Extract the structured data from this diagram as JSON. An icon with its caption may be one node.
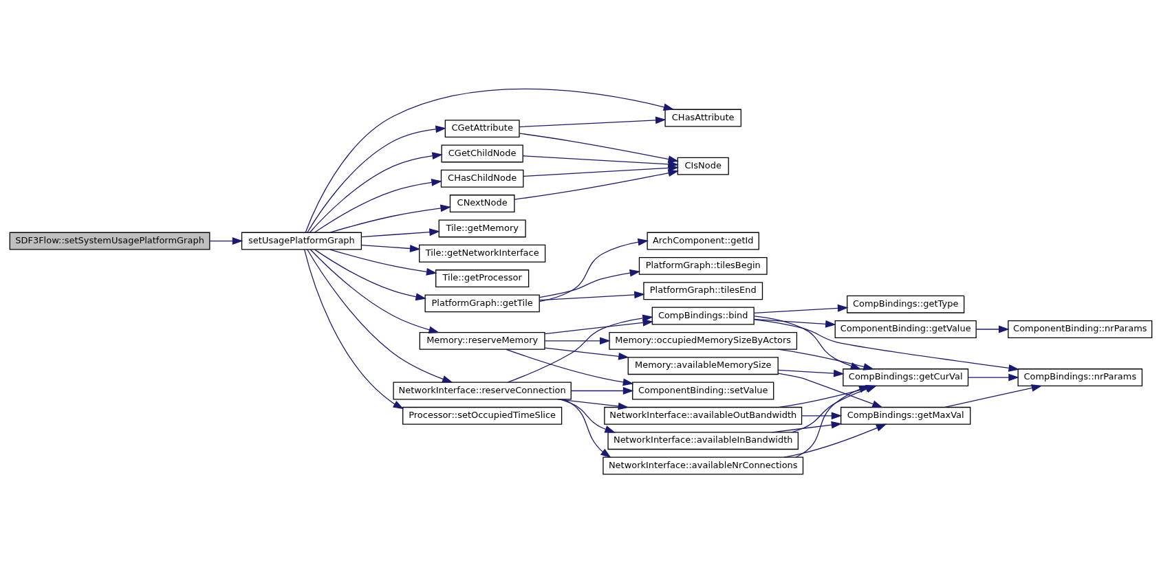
{
  "diagram": {
    "nodes": [
      {
        "text": [
          "SDF3Flow::setSystemUsagePlatformGraph"
        ]
      },
      {
        "text": [
          "setUsagePlatformGraph"
        ]
      },
      {
        "text": [
          "CHasAttribute"
        ]
      },
      {
        "text": [
          "CGetAttribute"
        ]
      },
      {
        "text": [
          "CIsNode"
        ]
      },
      {
        "text": [
          "CGetChildNode"
        ]
      },
      {
        "text": [
          "CHasChildNode"
        ]
      },
      {
        "text": [
          "CNextNode"
        ]
      },
      {
        "text": [
          "Tile::getMemory"
        ]
      },
      {
        "text": [
          "Tile::getNetworkInterface"
        ]
      },
      {
        "text": [
          "Tile::getProcessor"
        ]
      },
      {
        "text": [
          "ArchComponent::getId"
        ]
      },
      {
        "text": [
          "PlatformGraph::tilesBegin"
        ]
      },
      {
        "text": [
          "PlatformGraph::getTile"
        ]
      },
      {
        "text": [
          "PlatformGraph::tilesEnd"
        ]
      },
      {
        "text": [
          "CompBindings::bind"
        ]
      },
      {
        "text": [
          "ComponentBinding::getValue"
        ]
      },
      {
        "text": [
          "ComponentBinding::nrParams"
        ]
      },
      {
        "text": [
          "CompBindings::getType"
        ]
      },
      {
        "text": [
          "Memory::reserveMemory"
        ]
      },
      {
        "text": [
          "Memory::occupiedMemorySizeByActors"
        ]
      },
      {
        "text": [
          "Memory::availableMemorySize"
        ]
      },
      {
        "text": [
          "CompBindings::getCurVal"
        ]
      },
      {
        "text": [
          "CompBindings::nrParams"
        ]
      },
      {
        "text": [
          "NetworkInterface::reserveConnection"
        ]
      },
      {
        "text": [
          "ComponentBinding::setValue"
        ]
      },
      {
        "text": [
          "NetworkInterface::availableOutBandwidth"
        ]
      },
      {
        "text": [
          "CompBindings::getMaxVal"
        ]
      },
      {
        "text": [
          "NetworkInterface::availableInBandwidth"
        ]
      },
      {
        "text": [
          "Processor::setOccupiedTimeSlice"
        ]
      },
      {
        "text": [
          "NetworkInterface::availableNrConnections"
        ]
      }
    ],
    "edges": [
      {
        "from": 0,
        "to": 1,
        "arrow": "to"
      },
      {
        "from": 1,
        "to": 2,
        "arrow": "to"
      },
      {
        "from": 1,
        "to": 3,
        "arrow": "to"
      },
      {
        "from": 1,
        "to": 5,
        "arrow": "to"
      },
      {
        "from": 1,
        "to": 6,
        "arrow": "to"
      },
      {
        "from": 1,
        "to": 7,
        "arrow": "to"
      },
      {
        "from": 1,
        "to": 8,
        "arrow": "to"
      },
      {
        "from": 1,
        "to": 9,
        "arrow": "to"
      },
      {
        "from": 1,
        "to": 10,
        "arrow": "to"
      },
      {
        "from": 1,
        "to": 13,
        "arrow": "to"
      },
      {
        "from": 1,
        "to": 19,
        "arrow": "to"
      },
      {
        "from": 1,
        "to": 24,
        "arrow": "to"
      },
      {
        "from": 1,
        "to": 29,
        "arrow": "to"
      },
      {
        "from": 3,
        "to": 2,
        "arrow": "to"
      },
      {
        "from": 3,
        "to": 4,
        "arrow": "to"
      },
      {
        "from": 5,
        "to": 4,
        "arrow": "to"
      },
      {
        "from": 6,
        "to": 4,
        "arrow": "to"
      },
      {
        "from": 7,
        "to": 4,
        "arrow": "to"
      },
      {
        "from": 13,
        "to": 11,
        "arrow": "to"
      },
      {
        "from": 13,
        "to": 12,
        "arrow": "to"
      },
      {
        "from": 13,
        "to": 14,
        "arrow": "to"
      },
      {
        "from": 15,
        "to": 16,
        "arrow": "to"
      },
      {
        "from": 15,
        "to": 18,
        "arrow": "to"
      },
      {
        "from": 15,
        "to": 22,
        "arrow": "to"
      },
      {
        "from": 15,
        "to": 23,
        "arrow": "to"
      },
      {
        "from": 16,
        "to": 17,
        "arrow": "to"
      },
      {
        "from": 19,
        "to": 15,
        "arrow": "to"
      },
      {
        "from": 19,
        "to": 20,
        "arrow": "to"
      },
      {
        "from": 19,
        "to": 21,
        "arrow": "to"
      },
      {
        "from": 19,
        "to": 25,
        "arrow": "to"
      },
      {
        "from": 20,
        "to": 22,
        "arrow": "to"
      },
      {
        "from": 21,
        "to": 22,
        "arrow": "to"
      },
      {
        "from": 21,
        "to": 27,
        "arrow": "to"
      },
      {
        "from": 22,
        "to": 23,
        "arrow": "to"
      },
      {
        "from": 24,
        "to": 15,
        "arrow": "to"
      },
      {
        "from": 24,
        "to": 25,
        "arrow": "to"
      },
      {
        "from": 24,
        "to": 26,
        "arrow": "to"
      },
      {
        "from": 24,
        "to": 28,
        "arrow": "to"
      },
      {
        "from": 24,
        "to": 30,
        "arrow": "to"
      },
      {
        "from": 26,
        "to": 22,
        "arrow": "to"
      },
      {
        "from": 26,
        "to": 27,
        "arrow": "to"
      },
      {
        "from": 28,
        "to": 27,
        "arrow": "to"
      },
      {
        "from": 28,
        "to": 22,
        "arrow": "to"
      },
      {
        "from": 30,
        "to": 27,
        "arrow": "to"
      },
      {
        "from": 30,
        "to": 22,
        "arrow": "to"
      },
      {
        "from": 27,
        "to": 23,
        "arrow": "to"
      }
    ]
  }
}
